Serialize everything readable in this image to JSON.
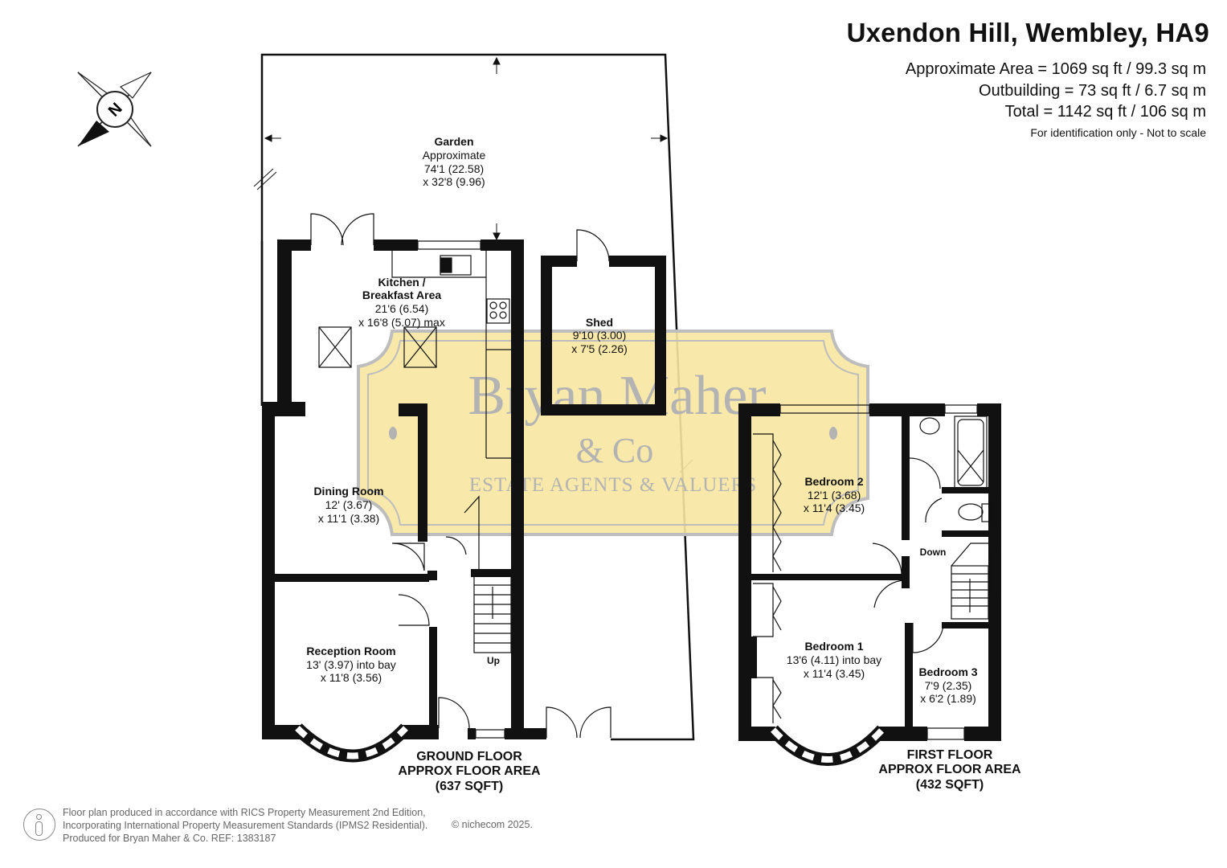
{
  "header": {
    "title": "Uxendon Hill, Wembley, HA9",
    "area_main": "Approximate Area = 1069 sq ft / 99.3 sq m",
    "area_outbuilding": "Outbuilding = 73 sq ft / 6.7 sq m",
    "area_total": "Total = 1142 sq ft / 106 sq m",
    "identification_note": "For identification only - Not to scale"
  },
  "compass": {
    "letter": "N",
    "icon": "compass-north-icon"
  },
  "watermark": {
    "line1": "Bryan Maher",
    "line2": "& Co",
    "line3": "ESTATE AGENTS & VALUERS",
    "fill_color": "#f7e6a0",
    "text_color": "#b3b3b3"
  },
  "rooms": {
    "garden": {
      "name": "Garden",
      "l1": "Approximate",
      "l2": "74'1 (22.58)",
      "l3": "x 32'8 (9.96)"
    },
    "kitchen": {
      "name1": "Kitchen /",
      "name2": "Breakfast Area",
      "l1": "21'6 (6.54)",
      "l2": "x 16'8 (5.07) max"
    },
    "shed": {
      "name": "Shed",
      "l1": "9'10 (3.00)",
      "l2": "x 7'5 (2.26)"
    },
    "dining": {
      "name": "Dining Room",
      "l1": "12' (3.67)",
      "l2": "x 11'1 (3.38)"
    },
    "reception": {
      "name": "Reception Room",
      "l1": "13' (3.97) into bay",
      "l2": "x 11'8 (3.56)"
    },
    "bedroom2": {
      "name": "Bedroom 2",
      "l1": "12'1 (3.68)",
      "l2": "x 11'4 (3.45)"
    },
    "bedroom1": {
      "name": "Bedroom 1",
      "l1": "13'6 (4.11) into bay",
      "l2": "x 11'4 (3.45)"
    },
    "bedroom3": {
      "name": "Bedroom 3",
      "l1": "7'9 (2.35)",
      "l2": "x 6'2 (1.89)"
    }
  },
  "stairs": {
    "up": "Up",
    "down": "Down"
  },
  "floors": {
    "ground": {
      "l1": "GROUND FLOOR",
      "l2": "APPROX FLOOR AREA",
      "l3": "(637 SQFT)"
    },
    "first": {
      "l1": "FIRST FLOOR",
      "l2": "APPROX FLOOR AREA",
      "l3": "(432 SQFT)"
    }
  },
  "footer": {
    "line1": "Floor plan produced in accordance with RICS Property Measurement 2nd Edition,",
    "line2": "Incorporating International Property Measurement Standards (IPMS2 Residential).",
    "line3": "Produced for Bryan Maher & Co.   REF: 1383187",
    "copyright": "© nichecom 2025."
  }
}
